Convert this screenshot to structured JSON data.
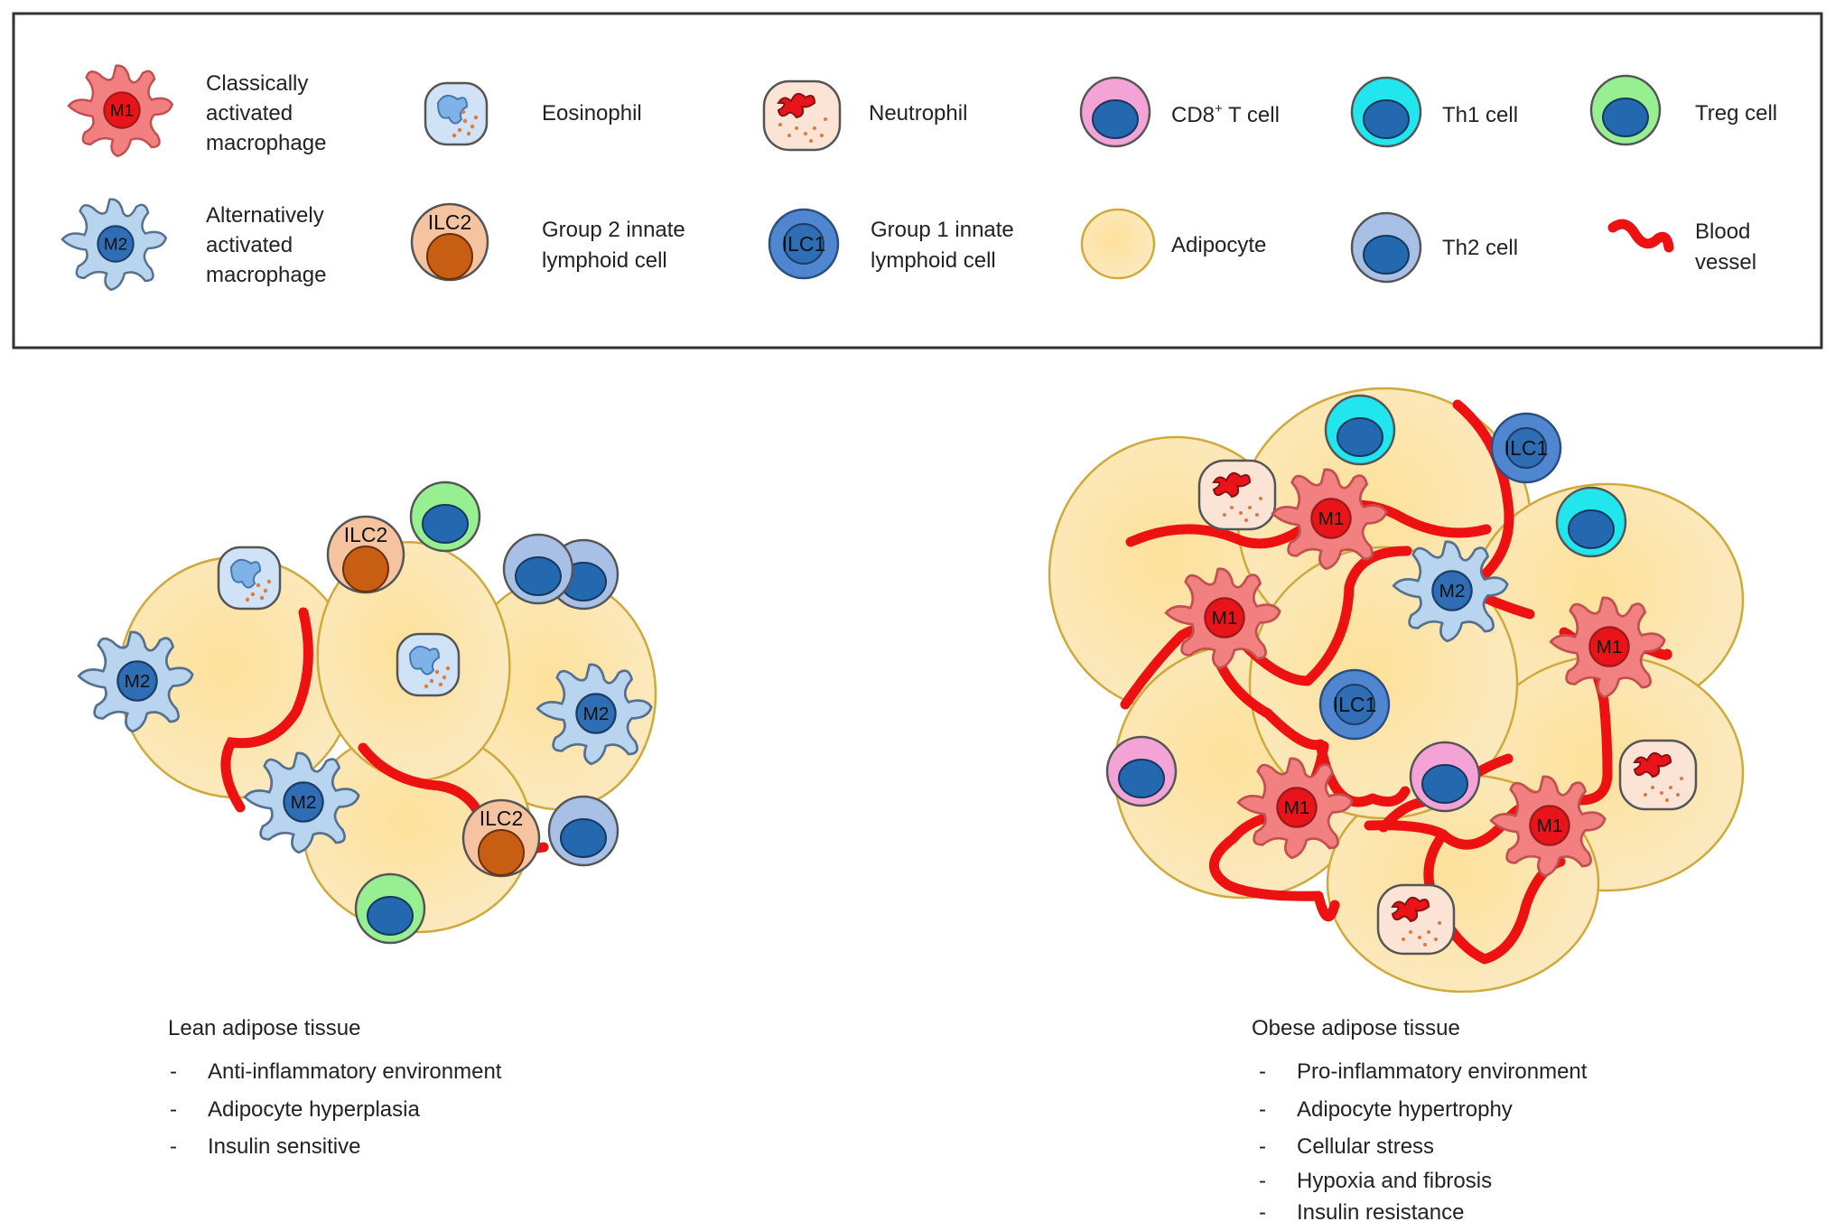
{
  "legend": {
    "items": [
      {
        "id": "m1",
        "glyph": "M1",
        "lines": [
          "Classically",
          "activated",
          "macrophage"
        ]
      },
      {
        "id": "m2",
        "glyph": "M2",
        "lines": [
          "Alternatively",
          "activated",
          "macrophage"
        ]
      },
      {
        "id": "eosinophil",
        "lines": [
          "Eosinophil"
        ]
      },
      {
        "id": "ilc2",
        "glyph": "ILC2",
        "lines": [
          "Group 2 innate",
          "lymphoid cell"
        ]
      },
      {
        "id": "neutrophil",
        "lines": [
          "Neutrophil"
        ]
      },
      {
        "id": "ilc1",
        "glyph": "ILC1",
        "lines": [
          "Group 1 innate",
          "lymphoid cell"
        ]
      },
      {
        "id": "cd8",
        "lines": [
          "CD8",
          "+",
          " T cell"
        ]
      },
      {
        "id": "adipocyte",
        "lines": [
          "Adipocyte"
        ]
      },
      {
        "id": "th1",
        "lines": [
          "Th1 cell"
        ]
      },
      {
        "id": "th2",
        "lines": [
          "Th2 cell"
        ]
      },
      {
        "id": "treg",
        "lines": [
          "Treg cell"
        ]
      },
      {
        "id": "vessel",
        "lines": [
          "Blood",
          "vessel"
        ]
      }
    ]
  },
  "lean": {
    "title": "Lean adipose tissue",
    "bullets": [
      "Anti-inflammatory environment",
      "Adipocyte hyperplasia",
      "Insulin sensitive"
    ],
    "labels": {
      "m2": "M2",
      "ilc2": "ILC2"
    }
  },
  "obese": {
    "title": "Obese adipose tissue",
    "bullets": [
      "Pro-inflammatory environment",
      "Adipocyte hypertrophy",
      "Cellular stress",
      "Hypoxia and fibrosis",
      "Insulin resistance"
    ],
    "labels": {
      "m1": "M1",
      "m2": "M2",
      "ilc1": "ILC1"
    }
  },
  "bullet_marker": "-",
  "colors": {
    "adipocyte_fill": "#fbe2a6",
    "adipocyte_stroke": "#cfaa3a",
    "m1_body": "#f28080",
    "m1_nucleus": "#e8141a",
    "m2_body": "#b9d4ee",
    "m2_nucleus": "#2f6db5",
    "vessel": "#ee1111",
    "cd8": "#f4a3d6",
    "th1": "#22e6ee",
    "treg": "#97ef92",
    "th2": "#a9c0e6",
    "nucleus": "#2468b0",
    "ilc2_body": "#f6c3a0",
    "ilc2_nucleus": "#c85e12",
    "granule": "#e07a3a"
  }
}
